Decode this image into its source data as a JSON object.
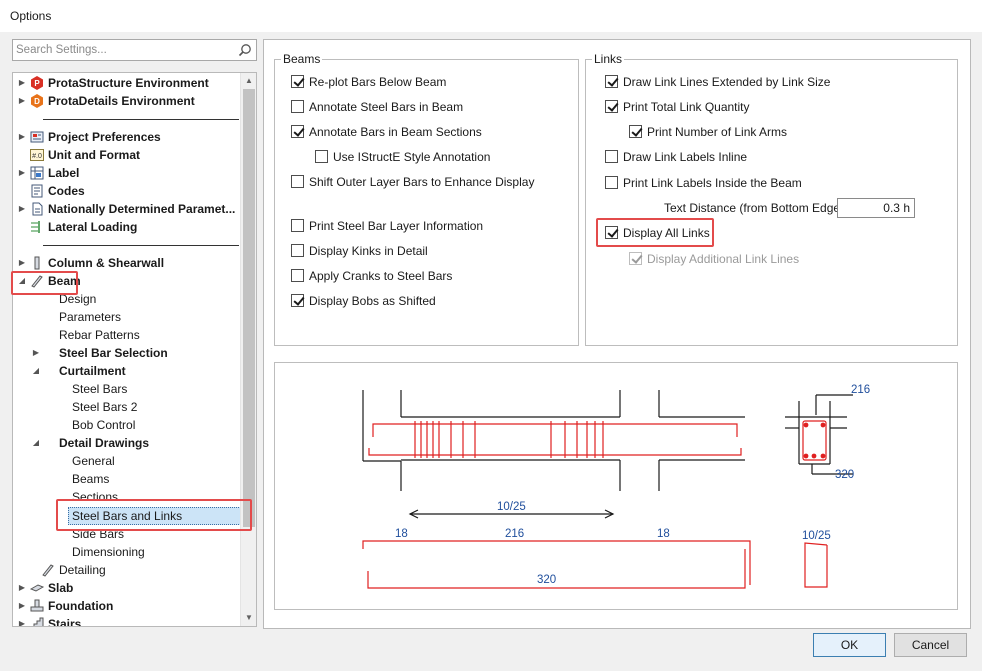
{
  "window": {
    "title": "Options"
  },
  "search": {
    "placeholder": "Search Settings..."
  },
  "tree": {
    "items": [
      {
        "label": "ProtaStructure Environment"
      },
      {
        "label": "ProtaDetails Environment"
      },
      {
        "label": "Project Preferences"
      },
      {
        "label": "Unit and Format"
      },
      {
        "label": "Label"
      },
      {
        "label": "Codes"
      },
      {
        "label": "Nationally Determined Paramet..."
      },
      {
        "label": "Lateral Loading"
      },
      {
        "label": "Column & Shearwall"
      },
      {
        "label": "Beam"
      },
      {
        "label": "Design"
      },
      {
        "label": "Parameters"
      },
      {
        "label": "Rebar Patterns"
      },
      {
        "label": "Steel Bar Selection"
      },
      {
        "label": "Curtailment"
      },
      {
        "label": "Steel Bars"
      },
      {
        "label": "Steel Bars 2"
      },
      {
        "label": "Bob Control"
      },
      {
        "label": "Detail Drawings"
      },
      {
        "label": "General"
      },
      {
        "label": "Beams"
      },
      {
        "label": "Sections"
      },
      {
        "label": "Steel Bars and Links"
      },
      {
        "label": "Side Bars"
      },
      {
        "label": "Dimensioning"
      },
      {
        "label": "Detailing"
      },
      {
        "label": "Slab"
      },
      {
        "label": "Foundation"
      },
      {
        "label": "Stairs"
      }
    ]
  },
  "beams": {
    "legend": "Beams",
    "options": [
      {
        "label": "Re-plot Bars Below Beam",
        "checked": true
      },
      {
        "label": "Annotate Steel Bars in Beam",
        "checked": false
      },
      {
        "label": "Annotate Bars in Beam Sections",
        "checked": true
      },
      {
        "label": "Use IStructE Style Annotation",
        "checked": false
      },
      {
        "label": "Shift Outer Layer Bars to Enhance Display",
        "checked": false
      },
      {
        "label": "Print Steel Bar Layer Information",
        "checked": false
      },
      {
        "label": "Display Kinks in Detail",
        "checked": false
      },
      {
        "label": "Apply Cranks to Steel Bars",
        "checked": false
      },
      {
        "label": "Display Bobs as Shifted",
        "checked": true
      }
    ]
  },
  "links": {
    "legend": "Links",
    "options": [
      {
        "label": "Draw Link Lines Extended by Link Size",
        "checked": true
      },
      {
        "label": "Print Total Link Quantity",
        "checked": true
      },
      {
        "label": "Print Number of Link Arms",
        "checked": true
      },
      {
        "label": "Draw Link Labels Inline",
        "checked": false
      },
      {
        "label": "Print Link Labels Inside the Beam",
        "checked": false
      },
      {
        "label": "Display All Links",
        "checked": true
      },
      {
        "label": "Display Additional Link Lines",
        "checked": true,
        "disabled": true
      }
    ],
    "text_distance_label": "Text Distance (from Bottom Edge):",
    "text_distance_value": "0.3 h"
  },
  "preview": {
    "labels": {
      "spacing": "10/25",
      "top_left": "18",
      "top_mid": "216",
      "top_right": "18",
      "bottom": "320",
      "section_top": "216",
      "section_bottom": "320",
      "link": "10/25"
    },
    "colors": {
      "bar": "#e02020",
      "dim": "#1f4e9c",
      "line": "#1a1a1a"
    }
  },
  "buttons": {
    "ok": "OK",
    "cancel": "Cancel"
  }
}
